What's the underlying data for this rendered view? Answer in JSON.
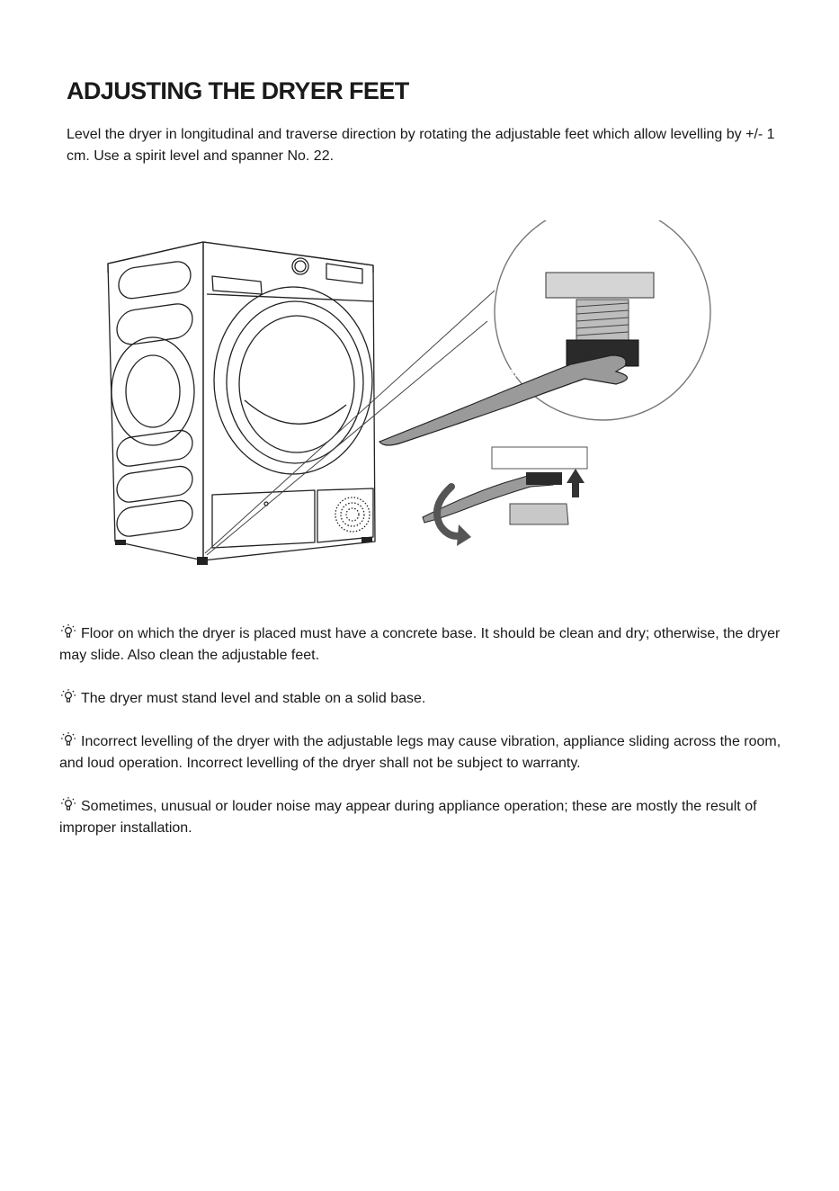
{
  "page": {
    "title": "ADJUSTING THE DRYER FEET",
    "intro": "Level the dryer in longitudinal and traverse direction by rotating the adjustable feet which allow levelling by +/- 1 cm. Use a spirit level and spanner No. 22."
  },
  "illustration": {
    "spanner_number": "22"
  },
  "tips": [
    {
      "icon": "lightbulb-icon",
      "text": "Floor on which the dryer is placed must have a concrete base. It should be clean and dry; otherwise, the dryer may slide. Also clean the adjustable feet."
    },
    {
      "icon": "lightbulb-icon",
      "text": "The dryer must stand level and stable on a solid base."
    },
    {
      "icon": "lightbulb-icon",
      "text": "Incorrect levelling of the dryer with the adjustable legs may cause vibration, appliance sliding across the room, and loud operation. Incorrect levelling of the dryer shall not be subject to warranty."
    },
    {
      "icon": "lightbulb-icon",
      "text": "Sometimes, unusual or louder noise may appear during appliance operation; these are mostly the result of improper installation."
    }
  ]
}
